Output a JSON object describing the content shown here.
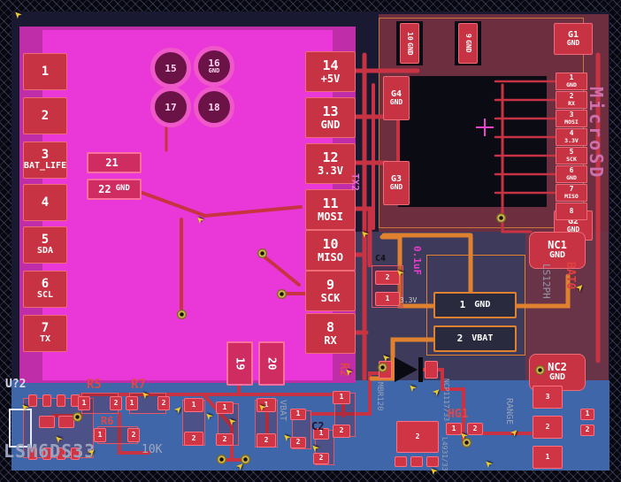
{
  "colors": {
    "board_bg": "#191932",
    "front_copper": "#c73342",
    "back_copper": "#3e66a8",
    "fab_magenta": "#e937d8",
    "courtyard_magenta": "#c02da8",
    "microsd_body": "#6d2e40",
    "highlight_orange": "#e0812f",
    "marker_yellow": "#ecc832"
  },
  "icons": {
    "drc_arrow": "➤"
  },
  "pad_numbers": [
    "1",
    "2",
    "3"
  ],
  "module": {
    "side_label": "TX2",
    "left_pads": [
      {
        "num": "1",
        "net": ""
      },
      {
        "num": "2",
        "net": ""
      },
      {
        "num": "3",
        "net": "BAT_LIFE"
      },
      {
        "num": "4",
        "net": ""
      },
      {
        "num": "5",
        "net": "SDA"
      },
      {
        "num": "6",
        "net": "SCL"
      },
      {
        "num": "7",
        "net": "TX"
      }
    ],
    "right_pads": [
      {
        "num": "14",
        "net": "+5V"
      },
      {
        "num": "13",
        "net": "GND"
      },
      {
        "num": "12",
        "net": "3.3V"
      },
      {
        "num": "11",
        "net": "MOSI"
      },
      {
        "num": "10",
        "net": "MISO"
      },
      {
        "num": "9",
        "net": "SCK"
      },
      {
        "num": "8",
        "net": "RX"
      }
    ],
    "hole_pads": [
      {
        "num": "15",
        "net": ""
      },
      {
        "num": "16",
        "net": "GND"
      },
      {
        "num": "17",
        "net": ""
      },
      {
        "num": "18",
        "net": ""
      }
    ],
    "inner_pads": [
      {
        "num": "21",
        "net": ""
      },
      {
        "num": "22",
        "net": "GND"
      }
    ],
    "lower_pads": [
      {
        "num": "19"
      },
      {
        "num": "20"
      }
    ]
  },
  "microsd": {
    "label": "MicroSD",
    "g_pads": [
      {
        "name": "G1",
        "net": "GND"
      },
      {
        "name": "G2",
        "net": "GND"
      },
      {
        "name": "G3",
        "net": "GND"
      },
      {
        "name": "G4",
        "net": "GND"
      }
    ],
    "contacts": [
      {
        "num": "1",
        "net": "GND"
      },
      {
        "num": "2",
        "net": "RX"
      },
      {
        "num": "3",
        "net": "MOSI"
      },
      {
        "num": "4",
        "net": "3.3V"
      },
      {
        "num": "5",
        "net": "SCK"
      },
      {
        "num": "6",
        "net": "GND"
      },
      {
        "num": "7",
        "net": "MISO"
      },
      {
        "num": "8",
        "net": ""
      }
    ],
    "top_pads": [
      {
        "num": "10",
        "net": "GND"
      },
      {
        "num": "9",
        "net": "GND"
      }
    ]
  },
  "battery": {
    "ref": "BAT0",
    "part": "LS12PH",
    "pads": [
      {
        "num": "1",
        "net": "GND"
      },
      {
        "num": "2",
        "net": "VBAT"
      }
    ]
  },
  "nc_pads": [
    {
      "name": "NC1",
      "net": "GND"
    },
    {
      "name": "NC2",
      "net": "GND"
    }
  ],
  "c4": {
    "ref": "C4",
    "value": "0.1uF",
    "pads": [
      {
        "num": "2",
        "net": ""
      },
      {
        "num": "1",
        "net": "3.3V"
      }
    ]
  },
  "imu": {
    "ref": "U?2",
    "part": "LSM6DS33"
  },
  "bottom": {
    "r5": "R5",
    "r7": "R7",
    "r6": "R6",
    "r2": "R2",
    "c2": "C2",
    "hg1": "HG1",
    "value_10k": "10K",
    "vbat_vertical": "VBAT",
    "mbr120": "MBR120",
    "ncp": "NCP1117/33",
    "l4931": "L4931/33",
    "range": "RANGE"
  }
}
